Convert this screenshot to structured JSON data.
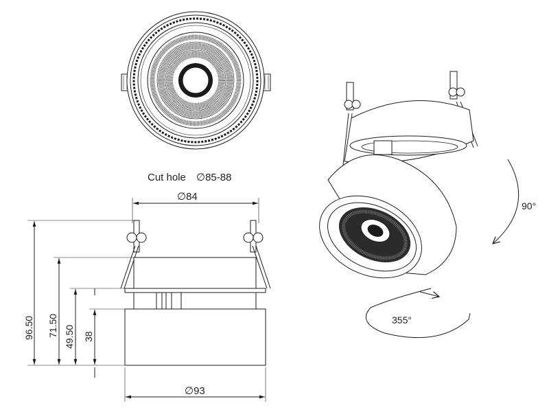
{
  "diagram": {
    "cut_hole_label": "Cut hole",
    "cut_hole_value": "∅85-88",
    "width_top": "∅84",
    "width_bottom": "∅93",
    "height_total": "96.50",
    "height_upper": "71.50",
    "height_mid": "49.50",
    "height_body": "38",
    "tilt_angle": "90°",
    "rotate_angle": "355°"
  }
}
